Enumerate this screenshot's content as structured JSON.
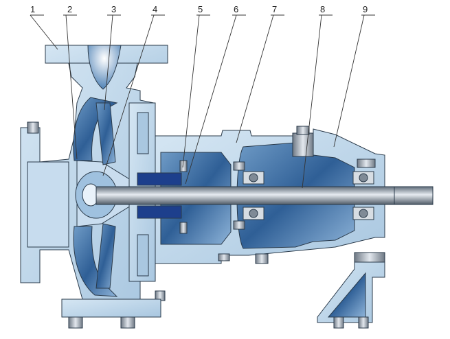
{
  "callouts": [
    {
      "id": "1",
      "label": "1"
    },
    {
      "id": "2",
      "label": "2"
    },
    {
      "id": "3",
      "label": "3"
    },
    {
      "id": "4",
      "label": "4"
    },
    {
      "id": "5",
      "label": "5"
    },
    {
      "id": "6",
      "label": "6"
    },
    {
      "id": "7",
      "label": "7"
    },
    {
      "id": "8",
      "label": "8"
    },
    {
      "id": "9",
      "label": "9"
    }
  ],
  "colors": {
    "casing": "#bcd6ea",
    "casing_dark": "#8fb3d3",
    "chamber": "#3f72a8",
    "chamber_light": "#6f9bc6",
    "shaft": "#7f8a96",
    "shaft_light": "#c9d0d8",
    "packing": "#1d3f8c",
    "bolt": "#9aa5b1",
    "seal": "#2a6fb0"
  }
}
